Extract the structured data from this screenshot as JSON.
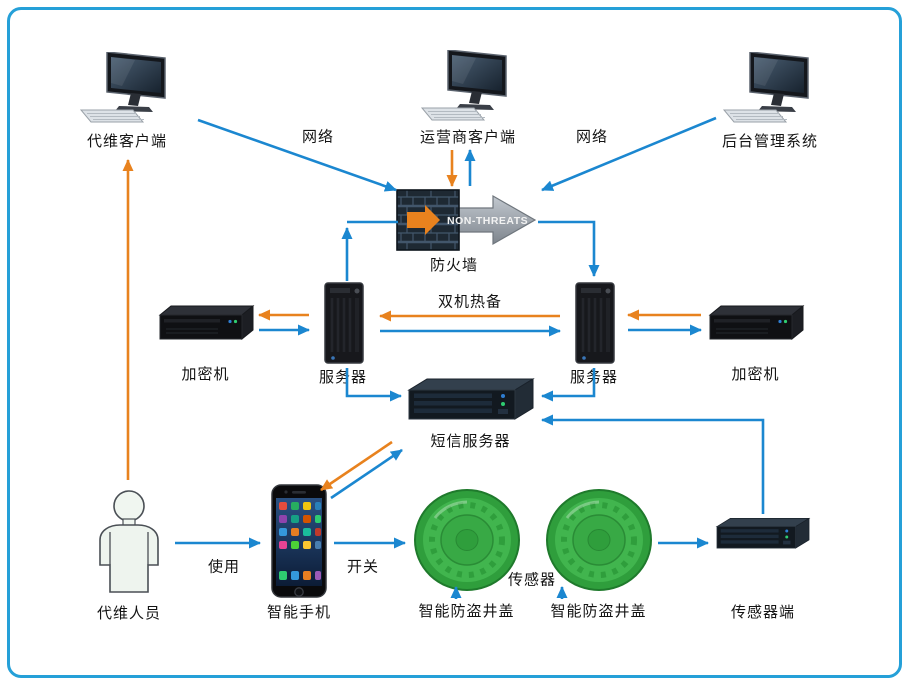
{
  "diagram": {
    "type": "network-architecture-diagram",
    "colors": {
      "border": "#25a0d8",
      "arrow_blue": "#1b87d0",
      "arrow_orange": "#e8821e",
      "manhole_green": "#3aa948"
    },
    "nodes": {
      "maintenance_client": {
        "label": "代维客户端",
        "icon": "desktop-computer"
      },
      "operator_client": {
        "label": "运营商客户端",
        "icon": "desktop-computer"
      },
      "backend_system": {
        "label": "后台管理系统",
        "icon": "desktop-computer"
      },
      "firewall": {
        "label": "防火墙",
        "graphic_text": "NON-THREATS",
        "icon": "brick-wall-arrow"
      },
      "encryptor_left": {
        "label": "加密机",
        "icon": "appliance-box"
      },
      "server_left": {
        "label": "服务器",
        "icon": "tower-server"
      },
      "server_right": {
        "label": "服务器",
        "icon": "tower-server"
      },
      "encryptor_right": {
        "label": "加密机",
        "icon": "appliance-box"
      },
      "sms_server": {
        "label": "短信服务器",
        "icon": "rack-server"
      },
      "maintenance_person": {
        "label": "代维人员",
        "icon": "person"
      },
      "smartphone": {
        "label": "智能手机",
        "icon": "smartphone"
      },
      "manhole_left": {
        "label": "智能防盗井盖",
        "icon": "manhole-cover"
      },
      "manhole_right": {
        "label": "智能防盗井盖",
        "icon": "manhole-cover"
      },
      "sensor_server": {
        "label": "传感器端",
        "icon": "rack-server"
      }
    },
    "edge_labels": {
      "network_left": "网络",
      "network_right": "网络",
      "hot_standby": "双机热备",
      "use": "使用",
      "switch": "开关",
      "sensor": "传感器"
    }
  }
}
